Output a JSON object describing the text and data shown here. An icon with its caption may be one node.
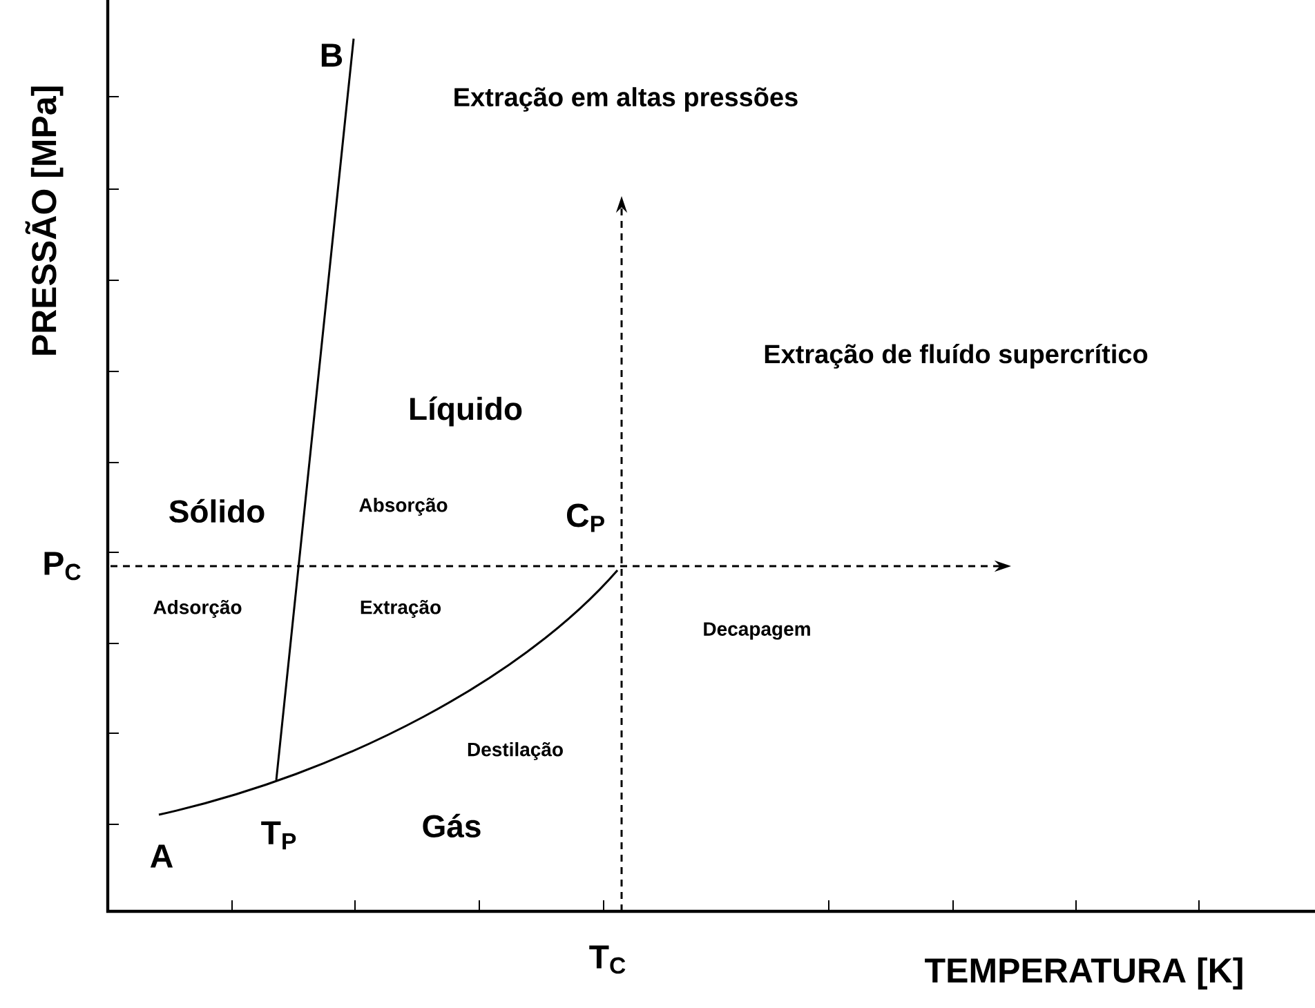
{
  "diagram": {
    "labels": [
      "B",
      "Extração em altas pressões",
      "PRESSÃO [MPa]",
      "Extração de fluído supercrítico",
      "Líquido",
      "Sólido",
      "Absorção",
      "C$_{P}$",
      "P$_{C}$",
      "Adsorção",
      "Extração",
      "Decapagem",
      "Destilação",
      "A",
      "T$_{P}$",
      "Gás",
      "T$_{C}$",
      "TEMPERATURA [K]"
    ]
  }
}
